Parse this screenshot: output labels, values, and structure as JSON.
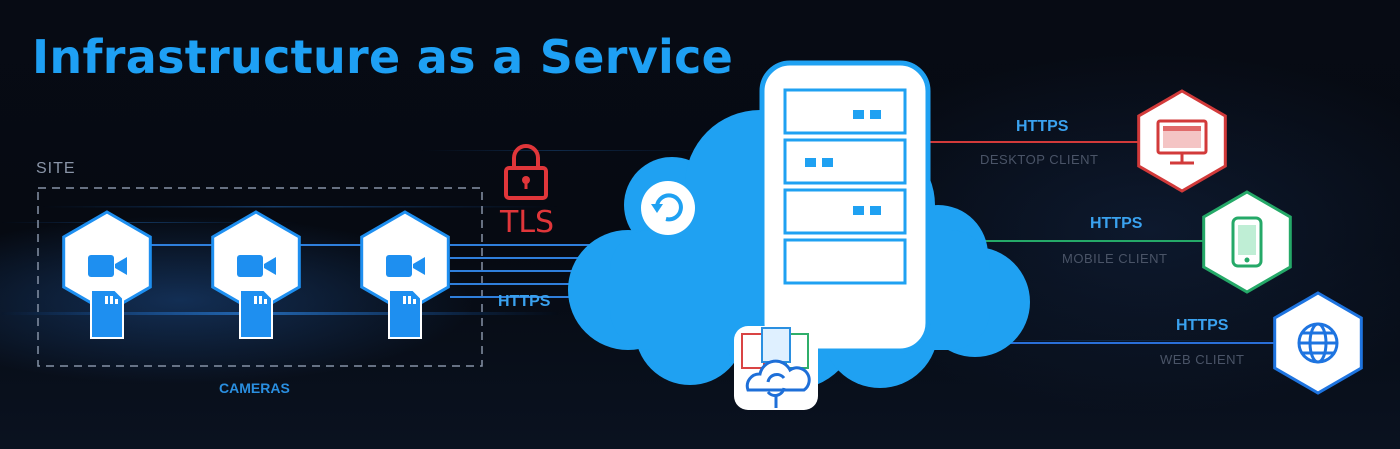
{
  "title": "Infrastructure as a Service",
  "site_label": "SITE",
  "cameras_label": "CAMERAS",
  "tls_label": "TLS",
  "links": {
    "site_to_cloud": "HTTPS",
    "desktop": "HTTPS",
    "mobile": "HTTPS",
    "web": "HTTPS"
  },
  "clients": {
    "desktop": "DESKTOP CLIENT",
    "mobile": "MOBILE CLIENT",
    "web": "WEB CLIENT"
  },
  "colors": {
    "accent": "#1ea0f4",
    "cloud": "#1fa1f2",
    "tls": "#e0363a",
    "desktop": "#e0363a",
    "mobile": "#25b36b",
    "web": "#1e74e0"
  },
  "icons": [
    "video-camera-icon",
    "sd-card-icon",
    "lock-icon",
    "server-icon",
    "refresh-icon",
    "cloud-sync-icon",
    "monitor-icon",
    "smartphone-icon",
    "globe-icon"
  ]
}
